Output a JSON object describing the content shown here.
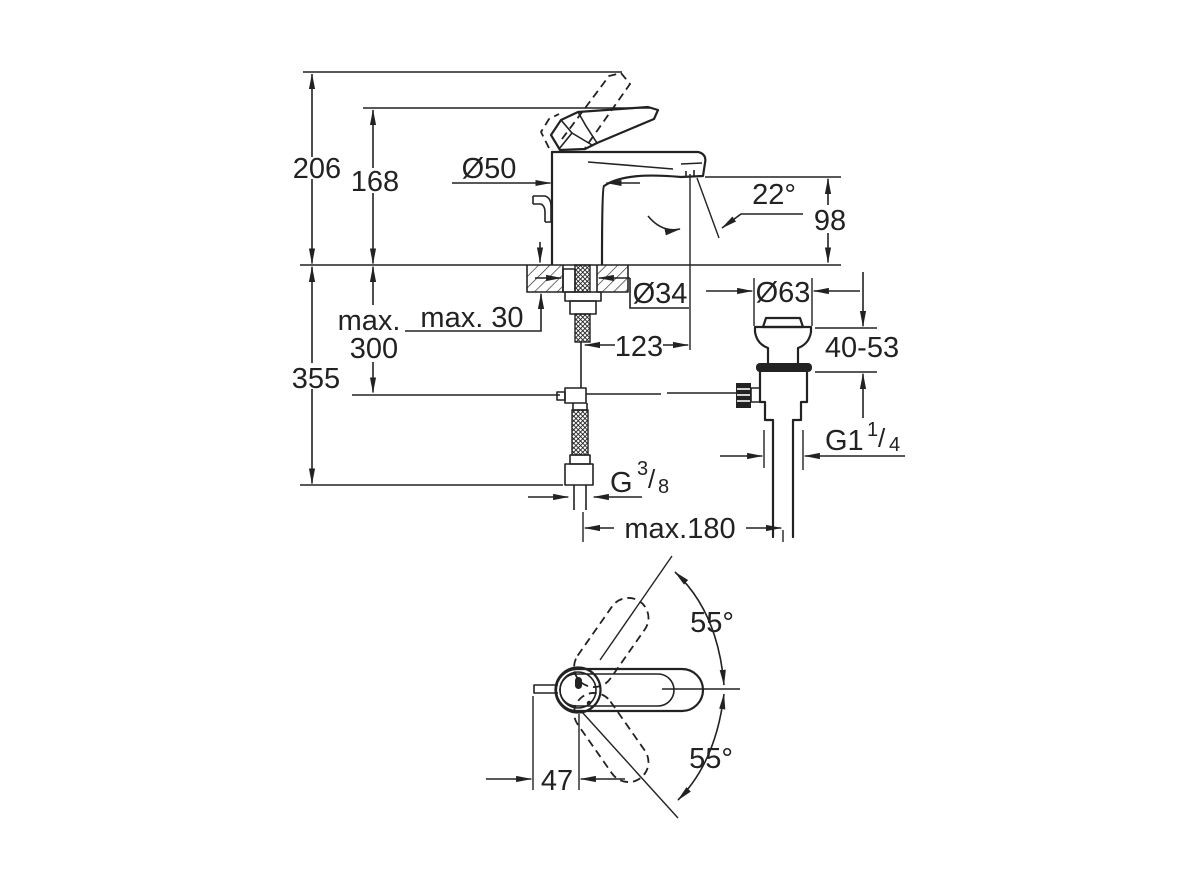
{
  "title": "Faucet technical dimension drawing",
  "colors": {
    "background": "#ffffff",
    "line": "#222222"
  },
  "side_view": {
    "labels": {
      "height_total": "206",
      "height_handle": "168",
      "body_diameter": "Ø50",
      "stream_angle": "22°",
      "spout_height": "98",
      "hose_max_prefix": "max.",
      "hose_max_value": "300",
      "counter_max_thickness": "max. 30",
      "depth_below_total": "355",
      "hole_diameter": "Ø34",
      "spout_reach": "123",
      "waste_flange_diameter": "Ø63",
      "clamping_range": "40-53",
      "rod_max_distance": "max.180",
      "waste_thread": {
        "main": "G1",
        "sup": "1",
        "slash": "/",
        "sub": "4"
      },
      "supply_thread": {
        "main": "G",
        "sup": "3",
        "slash": "/",
        "sub": "8"
      }
    }
  },
  "top_view": {
    "labels": {
      "handle_swing_upper": "55°",
      "handle_swing_lower": "55°",
      "spout_offset": "47"
    }
  }
}
